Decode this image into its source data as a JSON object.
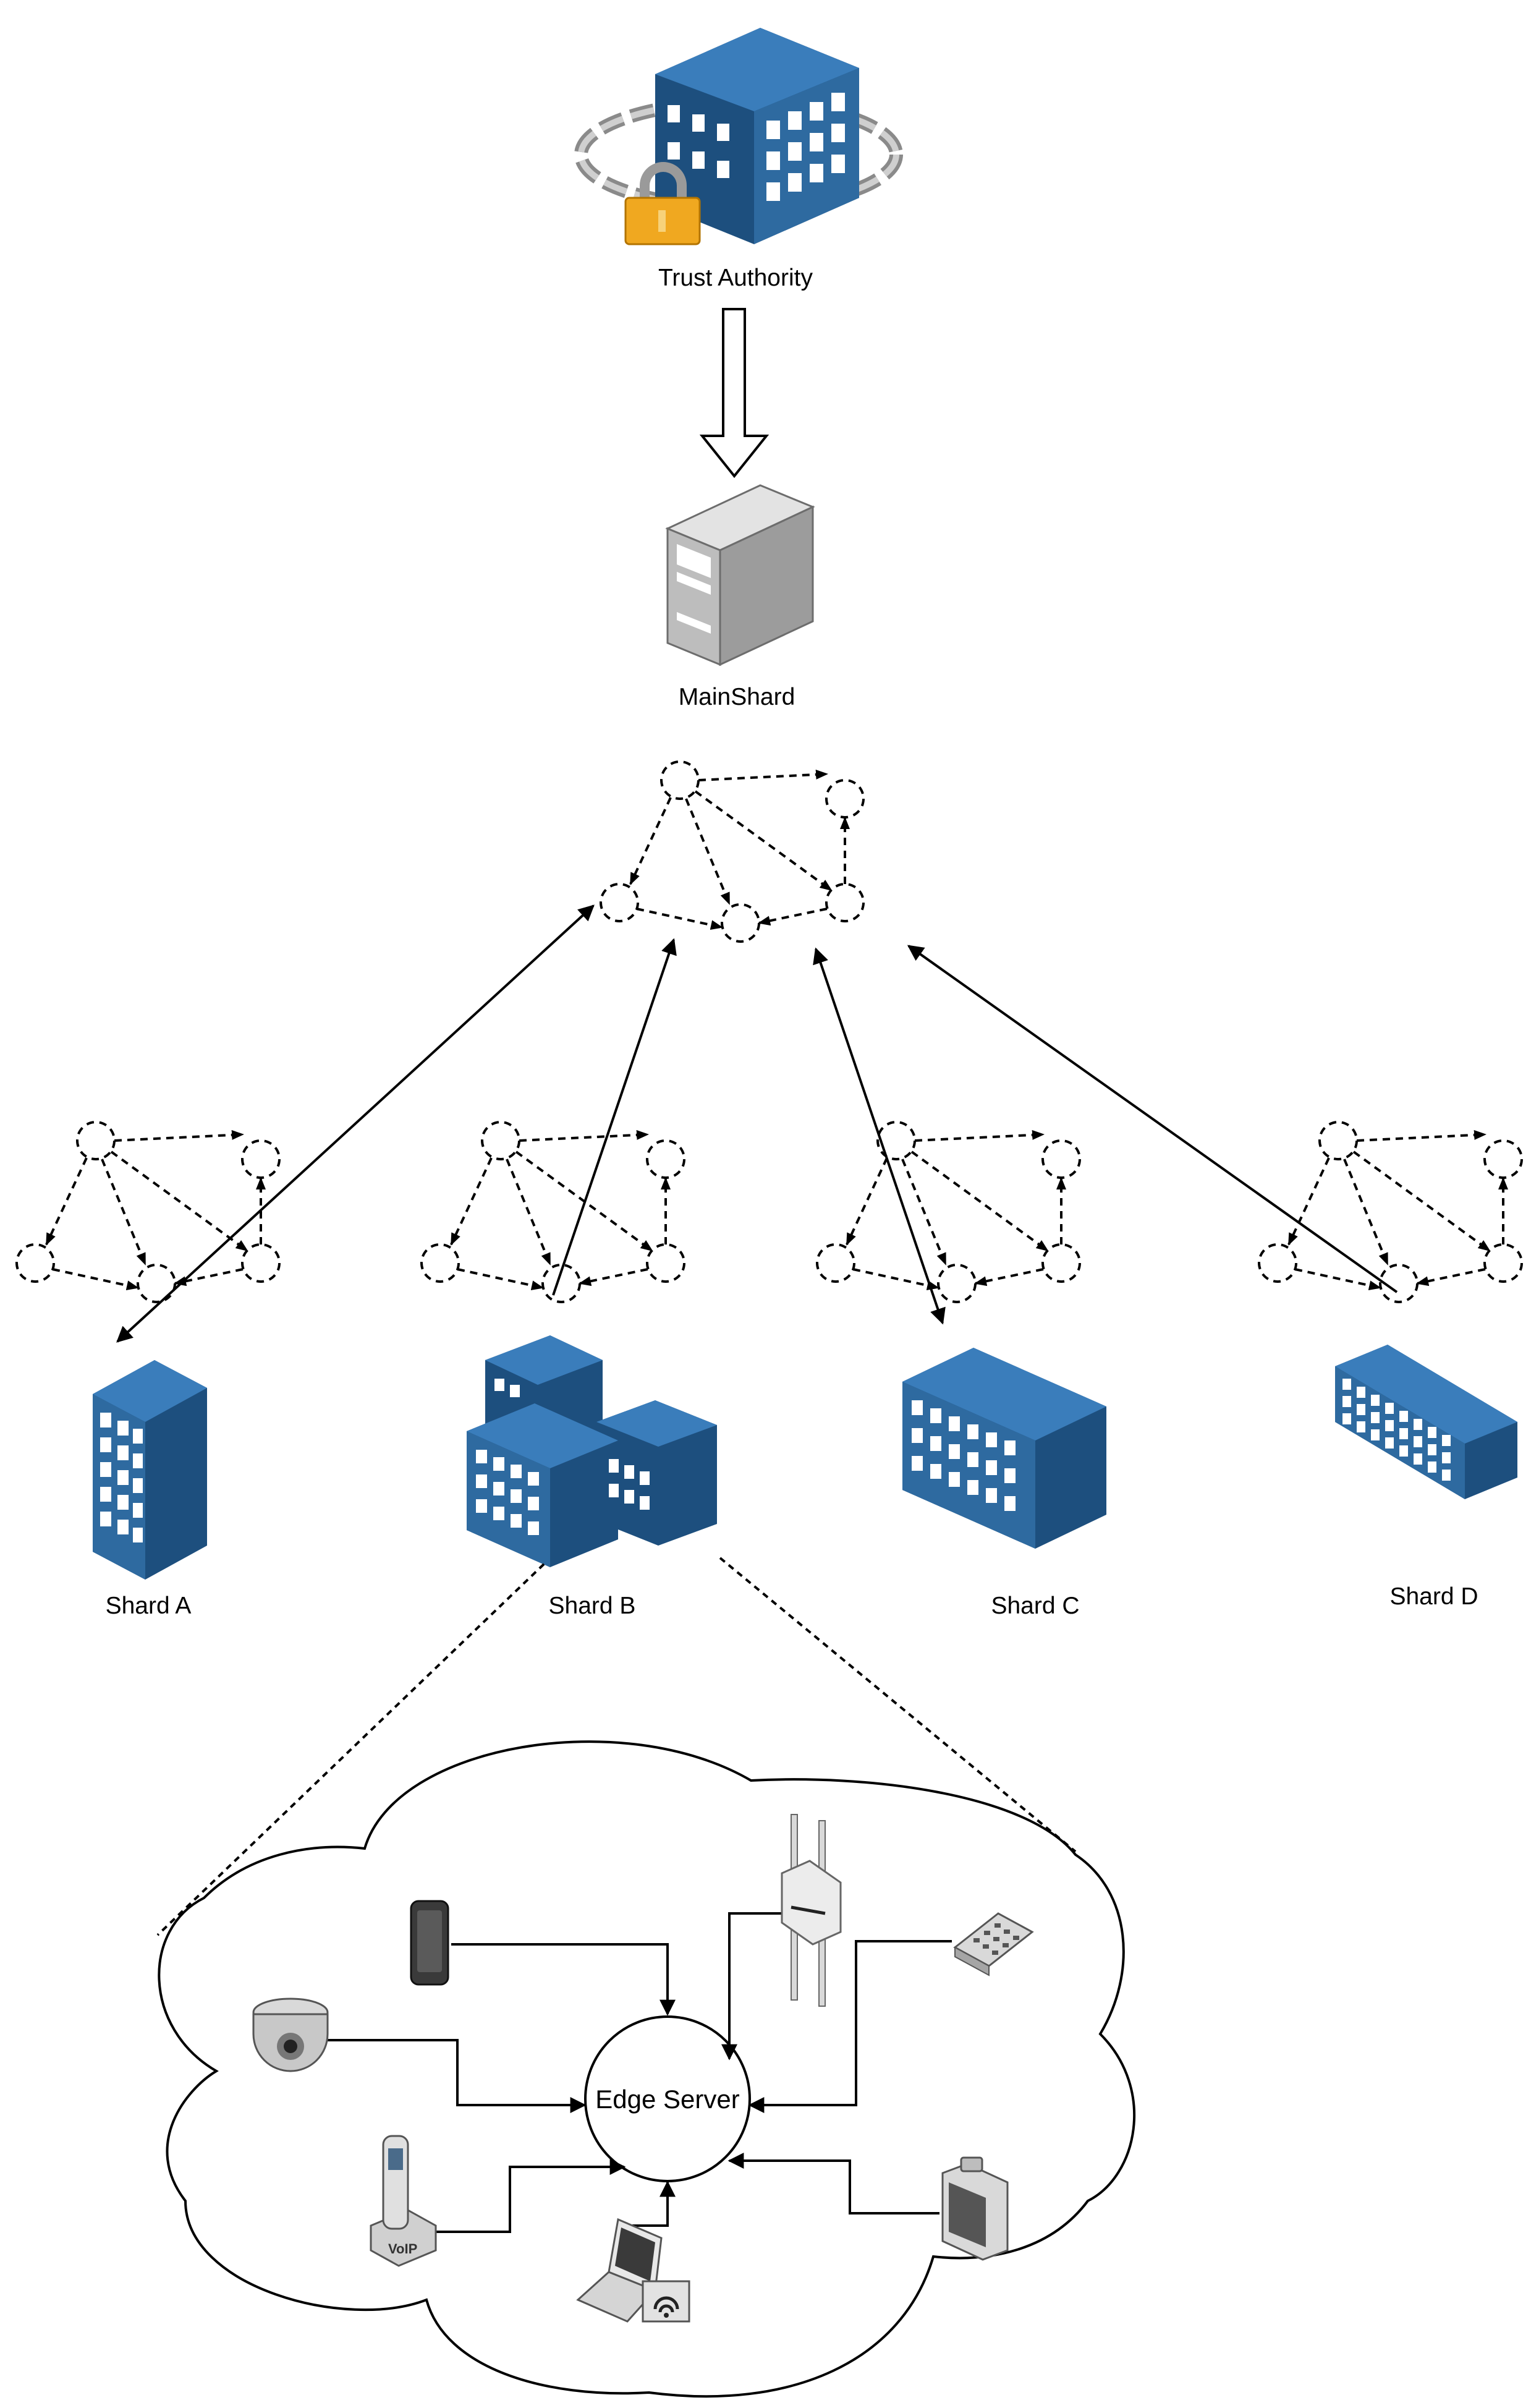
{
  "trust_authority": {
    "label": "Trust Authority"
  },
  "main_shard": {
    "label": "MainShard"
  },
  "shards": [
    {
      "label": "Shard A"
    },
    {
      "label": "Shard B"
    },
    {
      "label": "Shard C"
    },
    {
      "label": "Shard D"
    }
  ],
  "edge_server": {
    "label": "Edge Server"
  },
  "devices": [
    "smartphone-icon",
    "security-camera-icon",
    "voip-phone-icon",
    "laptop-wifi-icon",
    "wireless-access-point-icon",
    "keypad-icon",
    "video-terminal-icon"
  ],
  "colors": {
    "building_blue": "#2e6aa0",
    "building_dark": "#1d4f7e",
    "server_gray": "#b5b5b5"
  }
}
